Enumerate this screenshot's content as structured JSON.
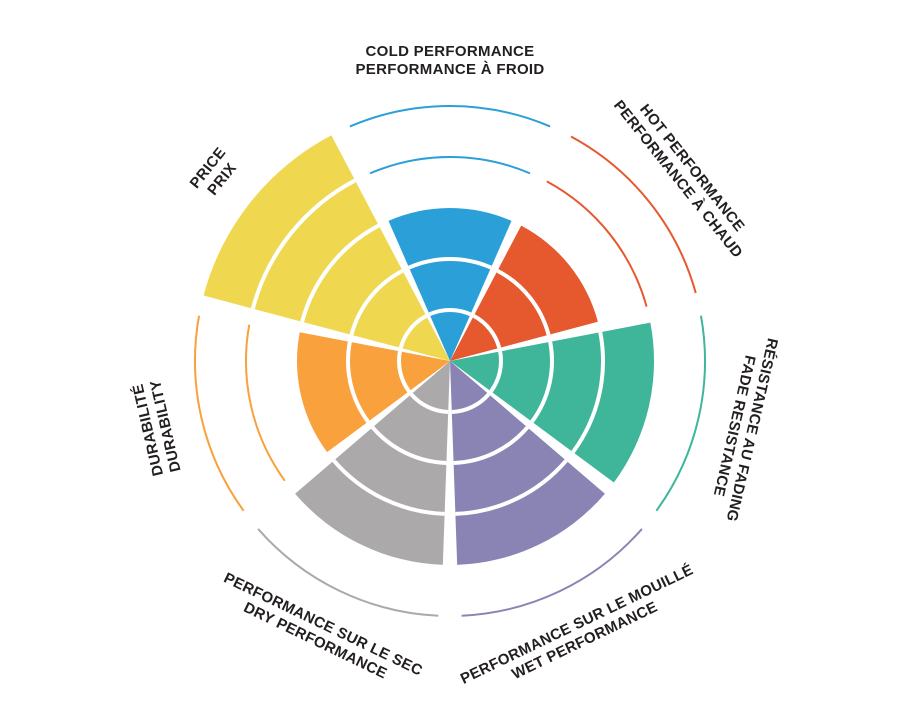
{
  "chart_data": {
    "type": "bar",
    "coordinate_system": "polar",
    "description": "Radial performance rating chart with 7 colored sectors, each filled to a level out of 5; unfilled levels shown as thin colored outline arcs; bilingual English/French labels arranged tangentially around the circle.",
    "scale": {
      "min": 0,
      "max": 5,
      "levels": 5
    },
    "label_color": "#231F20",
    "background": "#FFFFFF",
    "grid": "concentric white ring separators inside filled wedges",
    "legend_position": "none",
    "sectors": [
      {
        "id": "cold-performance",
        "line1": "COLD PERFORMANCE",
        "line2": "PERFORMANCE À FROID",
        "value": 3,
        "color": "#2B9FD8"
      },
      {
        "id": "hot-performance",
        "line1": "HOT PERFORMANCE",
        "line2": "PERFORMANCE À CHAUD",
        "value": 3,
        "color": "#E6582E"
      },
      {
        "id": "fade-resistance",
        "line1": "RÉSISTANCE AU FADING",
        "line2": "FADE RESISTANCE",
        "value": 4,
        "color": "#3FB69A"
      },
      {
        "id": "wet-performance",
        "line1": "PERFORMANCE SUR LE MOUILLÉ",
        "line2": "WET PERFORMANCE",
        "value": 4,
        "color": "#8A84B5"
      },
      {
        "id": "dry-performance",
        "line1": "PERFORMANCE SUR LE SEC",
        "line2": "DRY PERFORMANCE",
        "value": 4,
        "color": "#ABA9AA"
      },
      {
        "id": "durability",
        "line1": "DURABILITÉ",
        "line2": "DURABILITY",
        "value": 3,
        "color": "#F8A13D"
      },
      {
        "id": "price",
        "line1": "PRICE",
        "line2": "PRIX",
        "value": 5,
        "color": "#EFD750"
      }
    ]
  }
}
